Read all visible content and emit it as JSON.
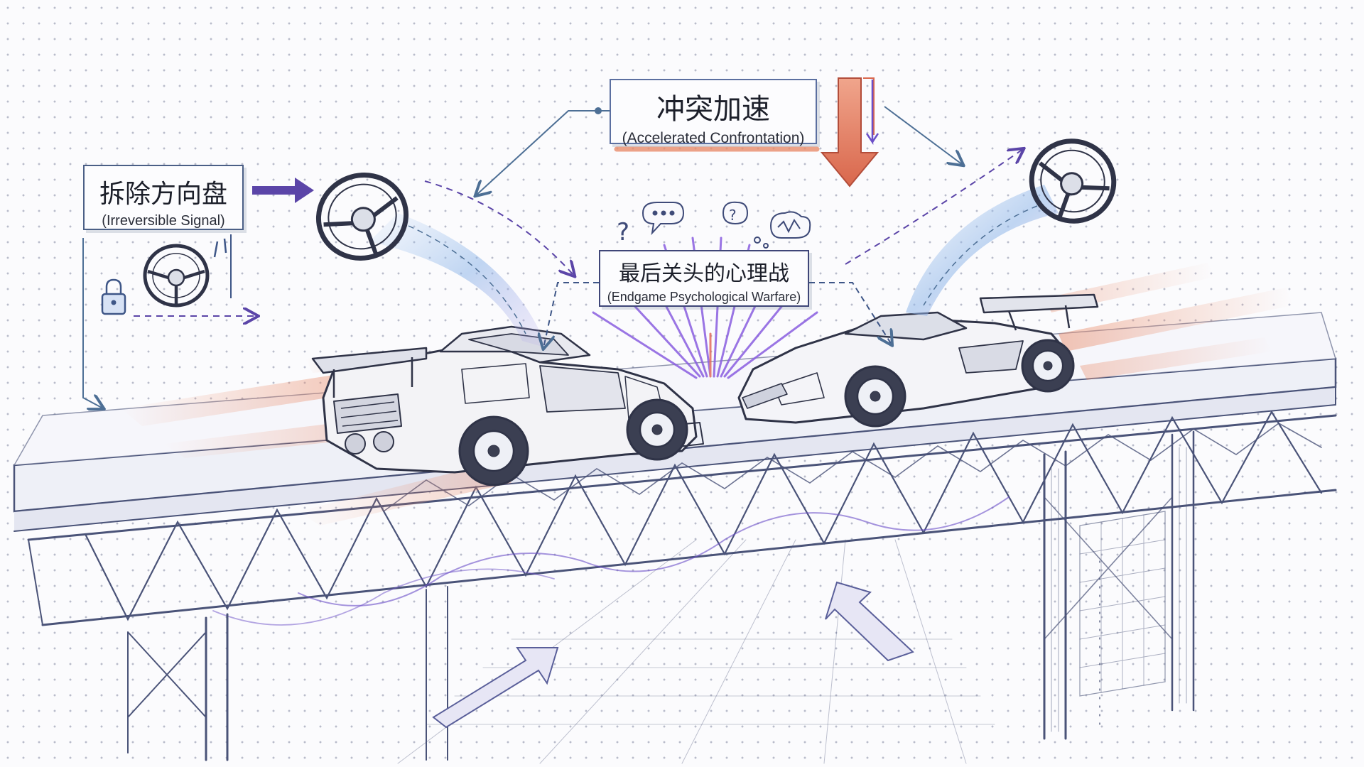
{
  "labels": {
    "accelerated_confrontation": {
      "zh": "冲突加速",
      "en": "(Accelerated Confrontation)"
    },
    "irreversible_signal": {
      "zh": "拆除方向盘",
      "en": "(Irreversible Signal)"
    },
    "endgame_psychological_warfare": {
      "zh": "最后关头的心理战",
      "en": "(Endgame Psychological Warfare)"
    }
  },
  "icons": {
    "steering_wheel": "steering-wheel-icon",
    "padlock": "padlock-icon",
    "thought_bubble": "thought-bubble-icon",
    "down_arrow": "down-arrow-icon"
  },
  "colors": {
    "ink": "#4a5378",
    "dark_ink": "#2f3347",
    "accent_purple": "#6b4fc8",
    "accent_orange": "#e98c6a",
    "accent_blue": "#8fb6e8",
    "connector_blue": "#4d6f95"
  }
}
